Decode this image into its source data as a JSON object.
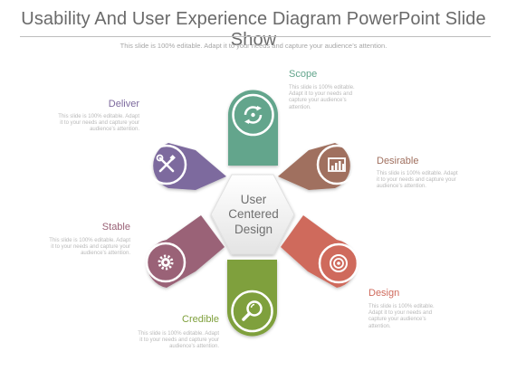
{
  "slide": {
    "title": "Usability And User Experience Diagram PowerPoint Slide Show",
    "subtitle": "This slide is 100% editable. Adapt it to your needs and capture your audience’s attention."
  },
  "center": {
    "line1": "User",
    "line2": "Centered",
    "line3": "Design"
  },
  "segments": [
    {
      "id": "scope",
      "label": "Scope",
      "description": "This slide is 100% editable. Adapt it to your needs and capture your audience’s attention.",
      "color": "#63a58c",
      "icon": "refresh-icon"
    },
    {
      "id": "desirable",
      "label": "Desirable",
      "description": "This slide is 100% editable. Adapt it to your needs and capture your audience’s attention.",
      "color": "#a0705f",
      "icon": "bar-chart-icon"
    },
    {
      "id": "design",
      "label": "Design",
      "description": "This slide is 100% editable. Adapt it to your needs and capture your audience’s attention.",
      "color": "#cf6a5c",
      "icon": "target-icon"
    },
    {
      "id": "credible",
      "label": "Credible",
      "description": "This slide is 100% editable. Adapt it to your needs and capture your audience’s attention.",
      "color": "#7fa03c",
      "icon": "magnifier-icon"
    },
    {
      "id": "stable",
      "label": "Stable",
      "description": "This slide is 100% editable. Adapt it to your needs and capture your audience’s attention.",
      "color": "#9a6277",
      "icon": "gear-icon"
    },
    {
      "id": "deliver",
      "label": "Deliver",
      "description": "This slide is 100% editable. Adapt it to your needs and capture your audience’s attention.",
      "color": "#7d6a9e",
      "icon": "tools-icon"
    }
  ]
}
